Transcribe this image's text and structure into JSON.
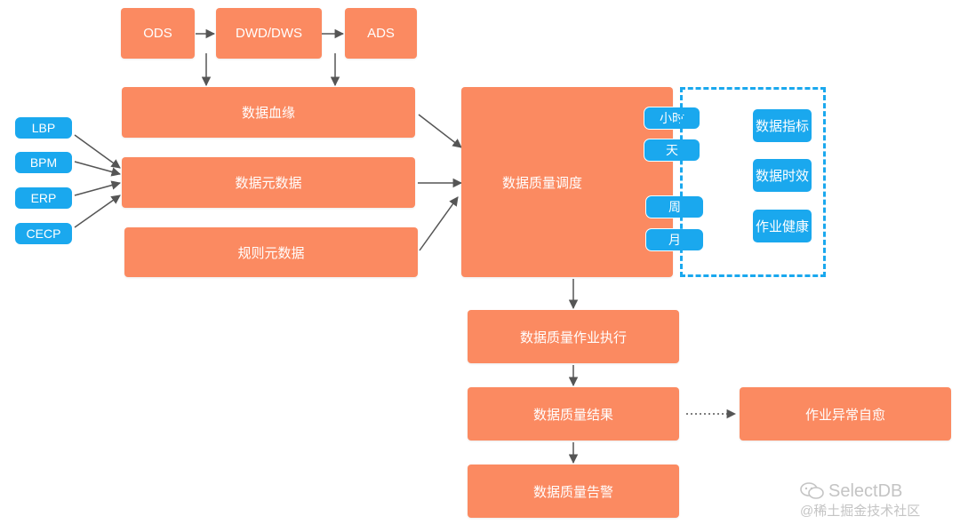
{
  "colors": {
    "orange_box": "#fb8a61",
    "blue_pill": "#1aa8ee",
    "arrow": "#555555"
  },
  "top_row": {
    "ods": "ODS",
    "dwd_dws": "DWD/DWS",
    "ads": "ADS"
  },
  "left_boxes": {
    "lineage": "数据血缘",
    "metadata": "数据元数据",
    "rule_metadata": "规则元数据"
  },
  "sources": [
    "LBP",
    "BPM",
    "ERP",
    "CECP"
  ],
  "scheduler": {
    "label": "数据质量调度",
    "frequencies": [
      "小时",
      "天",
      "周",
      "月"
    ]
  },
  "metrics": [
    "数据指标",
    "数据时效",
    "作业健康"
  ],
  "flow": {
    "execute": "数据质量作业执行",
    "result": "数据质量结果",
    "alert": "数据质量告警",
    "self_heal": "作业异常自愈"
  },
  "watermark": {
    "icon": "wechat-icon",
    "brand": "SelectDB",
    "sub": "@稀土掘金技术社区"
  }
}
